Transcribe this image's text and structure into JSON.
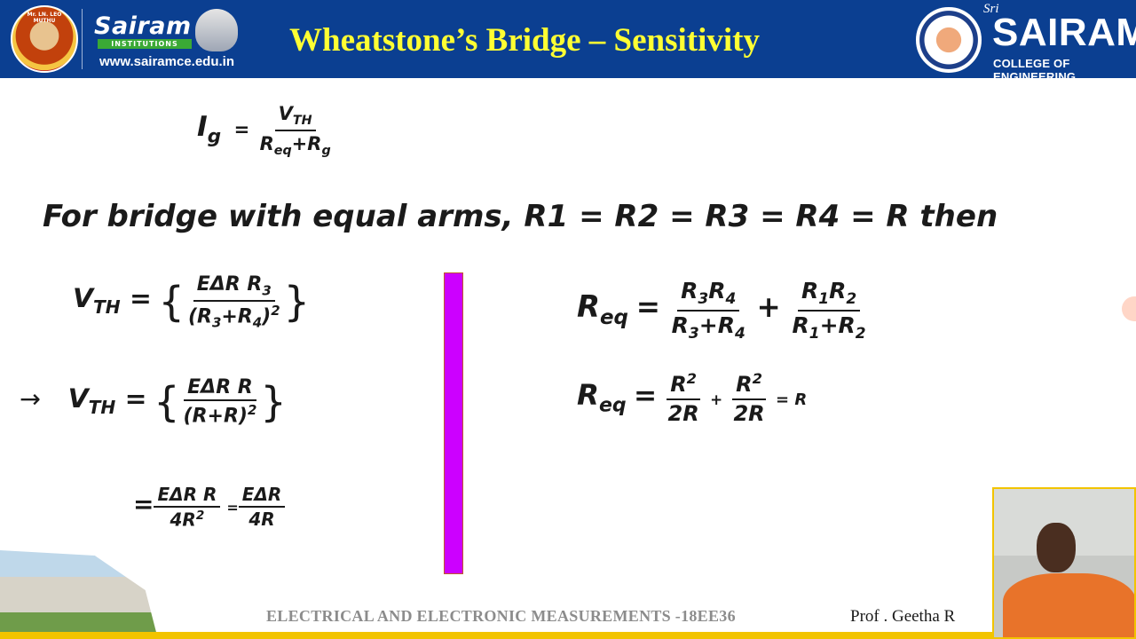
{
  "header": {
    "badge_text": "Mr. LN. LEO MUTHU",
    "brand": "Sairam",
    "brand_band": "INSTITUTIONS",
    "website": "www.sairamce.edu.in",
    "title": "Wheatstone’s Bridge – Sensitivity",
    "college_small": "Sri",
    "college_name": "SAIRAM",
    "college_sub": "COLLEGE OF ENGINEERING"
  },
  "content": {
    "statement": "For bridge with equal arms, R1 = R2 = R3 = R4 = R then",
    "arrow": "→"
  },
  "footer": {
    "course": "ELECTRICAL AND ELECTRONIC MEASUREMENTS -18EE36",
    "presenter": "Prof . Geetha R"
  },
  "colors": {
    "header_bg": "#0b3f91",
    "title": "#ffff33",
    "divider_bar": "#cc00ff",
    "accent": "#f2c400"
  }
}
